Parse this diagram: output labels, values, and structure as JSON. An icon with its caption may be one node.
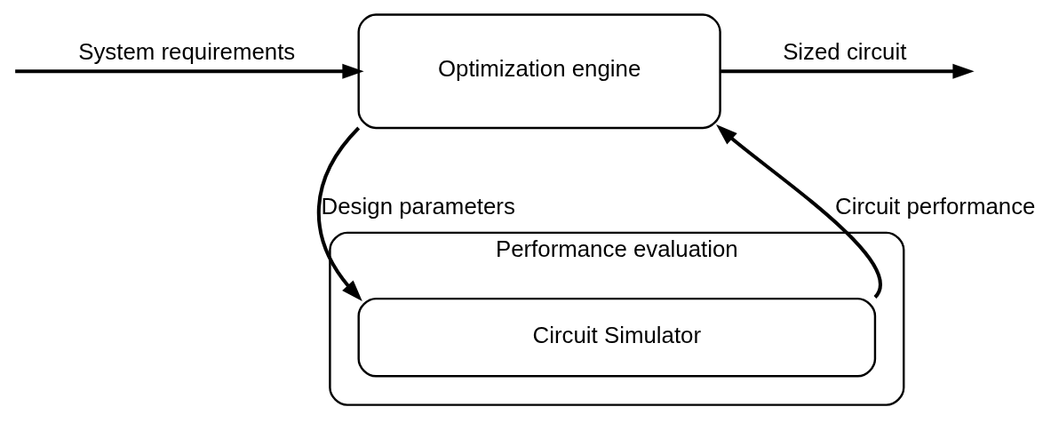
{
  "diagram": {
    "nodes": [
      {
        "text": [
          "Optimization engine"
        ]
      },
      {
        "text": [
          "Performance evaluation"
        ]
      },
      {
        "text": [
          "Circuit Simulator"
        ],
        "in": 1
      }
    ],
    "edges": [
      {
        "from": null,
        "to": 0,
        "arrow": "to",
        "label": "System requirements"
      },
      {
        "from": 0,
        "to": null,
        "arrow": "to",
        "label": "Sized circuit"
      },
      {
        "from": 0,
        "to": 2,
        "arrow": "to",
        "label": "Design parameters"
      },
      {
        "from": 2,
        "to": 0,
        "arrow": "to",
        "label": "Circuit performance"
      }
    ]
  }
}
